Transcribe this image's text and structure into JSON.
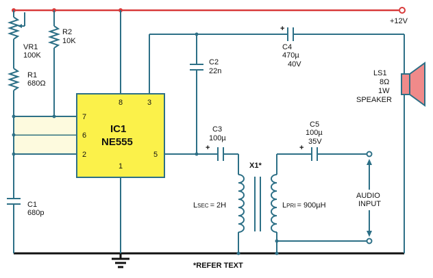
{
  "supply": {
    "label": "+12V"
  },
  "ic": {
    "ref": "IC1",
    "part": "NE555",
    "pins": [
      "8",
      "3",
      "7",
      "6",
      "2",
      "5",
      "1"
    ]
  },
  "components": {
    "vr1": {
      "ref": "VR1",
      "value": "100K"
    },
    "r1": {
      "ref": "R1",
      "value": "680Ω"
    },
    "r2": {
      "ref": "R2",
      "value": "10K"
    },
    "c1": {
      "ref": "C1",
      "value": "680p"
    },
    "c2": {
      "ref": "C2",
      "value": "22n"
    },
    "c3": {
      "ref": "C3",
      "value": "100µ"
    },
    "c4": {
      "ref": "C4",
      "value": "470µ",
      "voltage": "40V"
    },
    "c5": {
      "ref": "C5",
      "value": "100µ",
      "voltage": "35V"
    },
    "ls1": {
      "ref": "LS1",
      "impedance": "8Ω",
      "power": "1W",
      "type": "SPEAKER"
    },
    "x1": {
      "ref": "X1*",
      "lsec": "= 2H",
      "lpri": "= 900µH",
      "lsec_main": "L",
      "lsec_sub": "SEC",
      "lpri_main": "L",
      "lpri_sub": "PRI"
    }
  },
  "audio_input": {
    "line1": "AUDIO",
    "line2": "INPUT"
  },
  "polarity": "+",
  "note": "*REFER TEXT",
  "colors": {
    "wire": "#2c6f86",
    "rail": "#d83a3a",
    "ic_fill": "#fbf14a",
    "ground": "#111111",
    "speaker": "#f08a8a"
  }
}
